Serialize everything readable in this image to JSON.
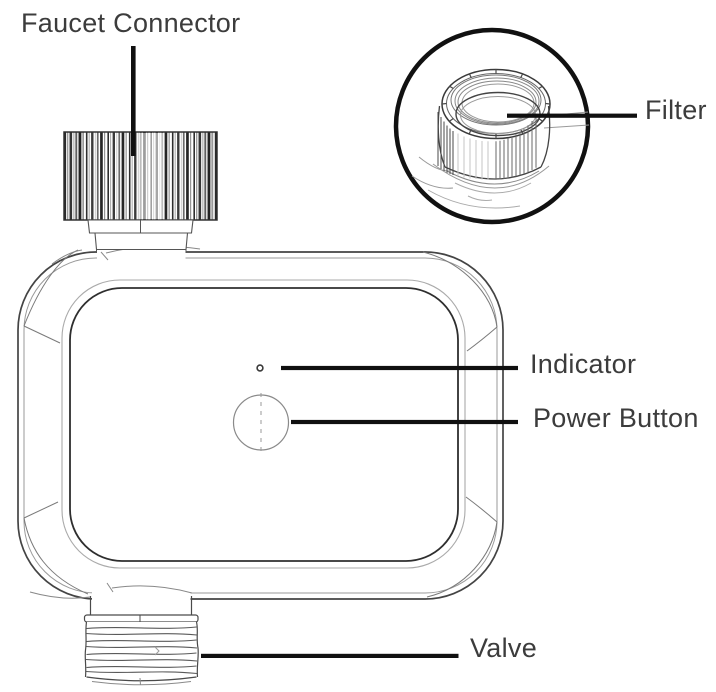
{
  "diagram": {
    "background_color": "#ffffff",
    "line_art_color": "#3a3a3a",
    "leader_line_color": "#101010",
    "label_text_color": "#3c3c3c",
    "labels": {
      "faucet_connector": "Faucet Connector",
      "filter": "Filter",
      "indicator": "Indicator",
      "power_button": "Power Button",
      "valve": "Valve"
    }
  }
}
